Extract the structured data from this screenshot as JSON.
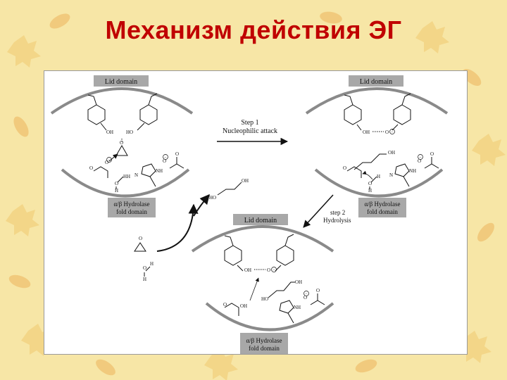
{
  "slide": {
    "title": "Механизм действия ЭГ"
  },
  "diagram": {
    "lid_domain": "Lid domain",
    "hydrolase_line1": "α/β Hydrolase",
    "hydrolase_line2": "fold domain",
    "step1_line1": "Step 1",
    "step1_line2": "Nucleophilic attack",
    "step2_line1": "step 2",
    "step2_line2": "Hydrolysis",
    "atoms": {
      "oh": "OH",
      "ho": "HO",
      "o": "O",
      "h": "H",
      "n": "N",
      "nh": "NH",
      "minus": "−"
    }
  },
  "colors": {
    "title": "#c00000",
    "background": "#f7e6a6",
    "panel_label_bg": "#a8a8a8"
  }
}
